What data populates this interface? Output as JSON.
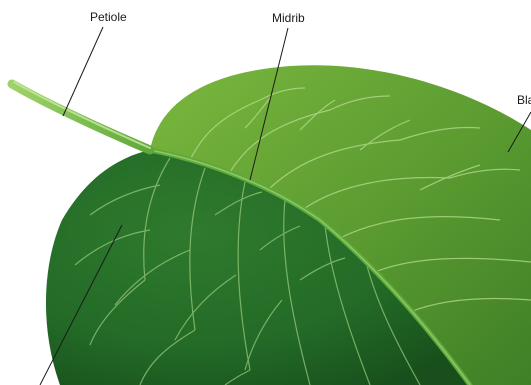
{
  "diagram": {
    "labels": {
      "petiole": "Petiole",
      "midrib": "Midrib",
      "blade": "Blade"
    }
  },
  "colors": {
    "background": "#ffffff",
    "leaf_light": "#6aa832",
    "leaf_mid": "#3f8a2c",
    "leaf_dark": "#1d5e24",
    "vein": "#a8d48a",
    "midrib": "#5ea83c",
    "petiole": "#8fc95a",
    "leader_line": "#1a1a1a",
    "label_text": "#1a1a1a"
  }
}
